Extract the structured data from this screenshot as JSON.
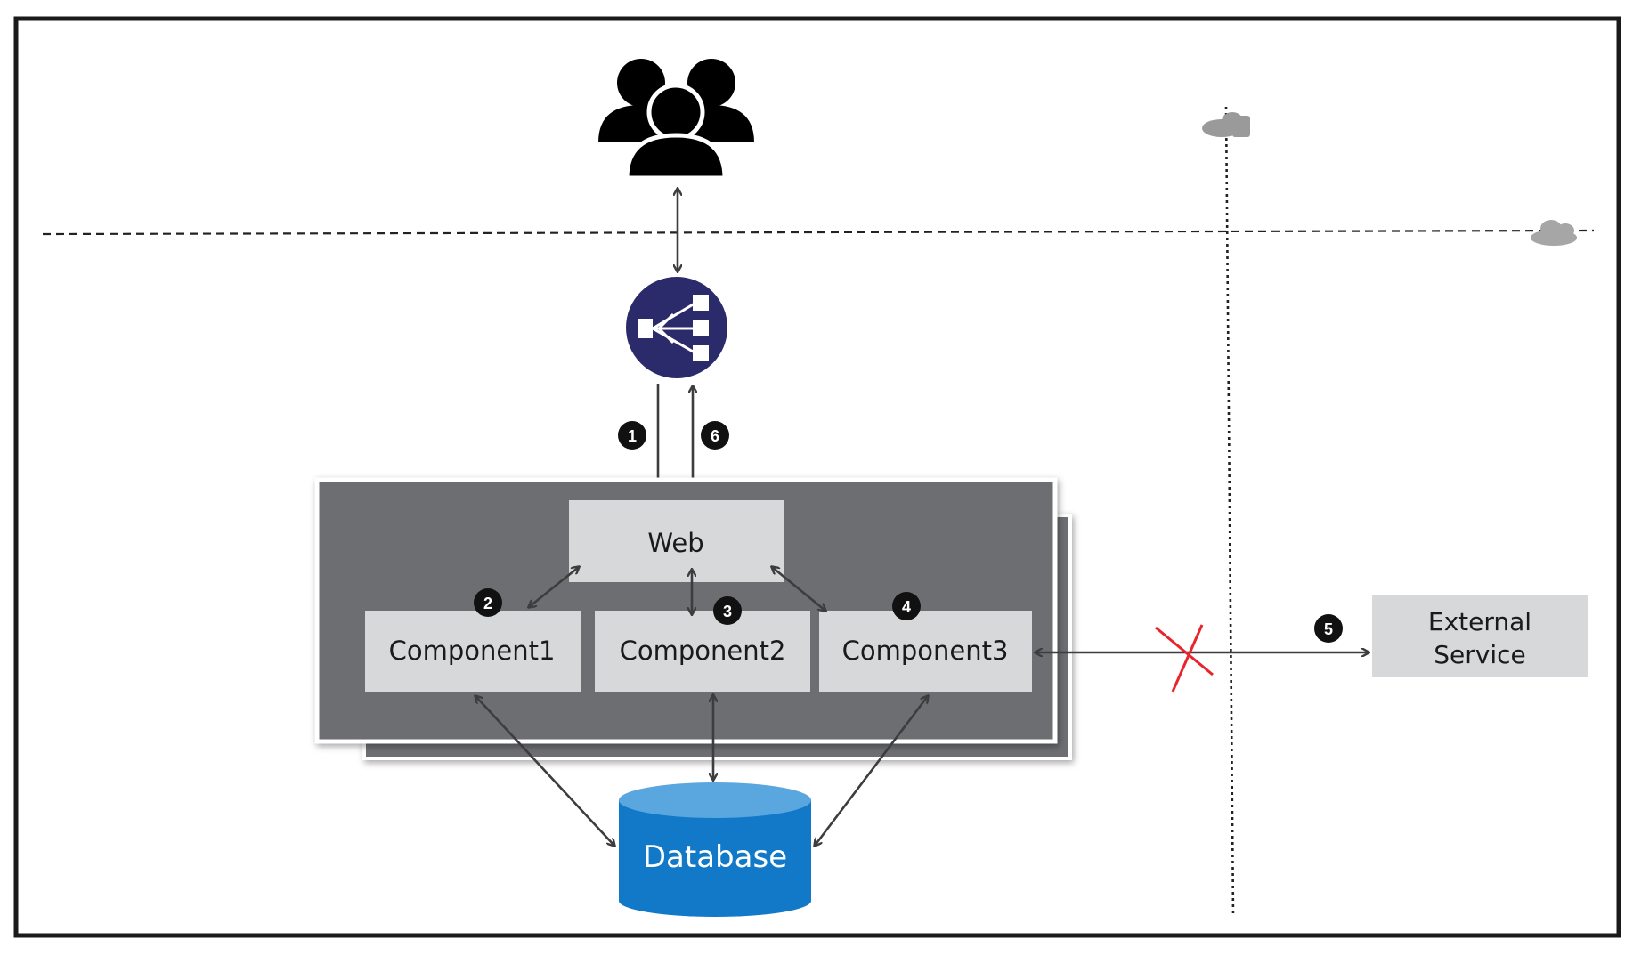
{
  "diagram": {
    "nodes": {
      "web": {
        "label": "Web"
      },
      "component1": {
        "label": "Component1"
      },
      "component2": {
        "label": "Component2"
      },
      "component3": {
        "label": "Component3"
      },
      "external_service": {
        "label_line1": "External",
        "label_line2": "Service"
      },
      "database": {
        "label": "Database"
      }
    },
    "step_badges": [
      "1",
      "2",
      "3",
      "4",
      "5",
      "6"
    ],
    "icons": {
      "users": "users-group-icon",
      "load_balancer": "load-balancer-icon",
      "cloud_small": "cloud-icon",
      "cloud_right": "cloud-icon",
      "broken_connection": "red-x-icon"
    },
    "colors": {
      "frame": "#1a1a1a",
      "container": "#6d6e72",
      "box": "#d7d8da",
      "load_balancer": "#2b2a6b",
      "database_top": "#5aa6df",
      "database_body": "#1278c8",
      "arrow": "#3d3d3d",
      "badge": "#111111",
      "broken": "#e8242c"
    }
  }
}
